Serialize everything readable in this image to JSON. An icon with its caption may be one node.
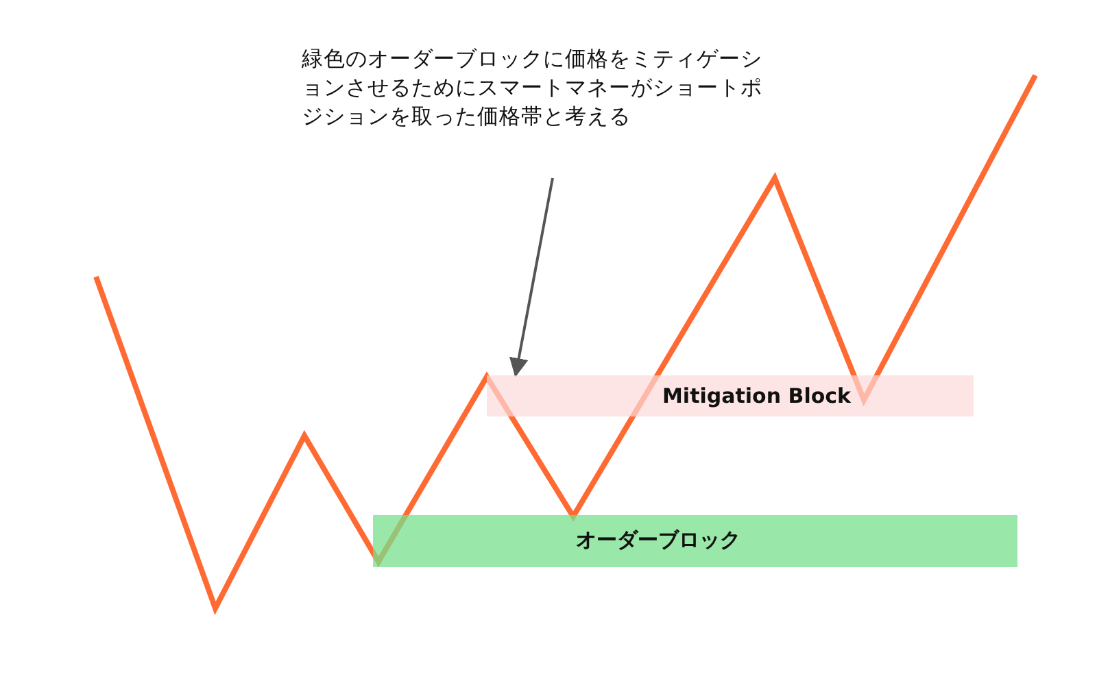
{
  "diagram": {
    "nodes": [
      {
        "text": [
          "緑色のオーダーブロックに価格をミティゲーションさせるためにスマートマネーがショートポジションを取った価格帯と考える"
        ]
      },
      {
        "text": [
          "Mitigation Block"
        ]
      },
      {
        "text": [
          "オーダーブロック"
        ]
      }
    ],
    "edges": [
      {
        "from": 0,
        "to": 1,
        "arrow": "to"
      }
    ]
  }
}
